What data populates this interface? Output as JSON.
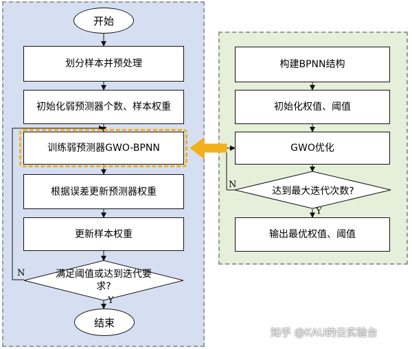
{
  "left_flow": {
    "start": "开始",
    "step1": "划分样本并预处理",
    "step2": "初始化弱预测器个数、样本权重",
    "step3": "训练弱预测器GWO-BPNN",
    "step4": "根据误差更新预测器权重",
    "step5": "更新样本权重",
    "decision": "满足阈值或达到迭代要求?",
    "no_label": "N",
    "yes_label": "Y",
    "end": "结束"
  },
  "right_flow": {
    "step1": "构建BPNN结构",
    "step2": "初始化权值、阈值",
    "step3": "GWO优化",
    "decision": "达到最大迭代次数?",
    "no_label": "N",
    "yes_label": "Y",
    "output": "输出最优权值、阈值"
  },
  "watermark": "知乎 @KAU的云实验台",
  "colors": {
    "left_panel_bg": "#d6dff1",
    "right_panel_bg": "#e5efd9",
    "highlight": "#f2b01c"
  }
}
